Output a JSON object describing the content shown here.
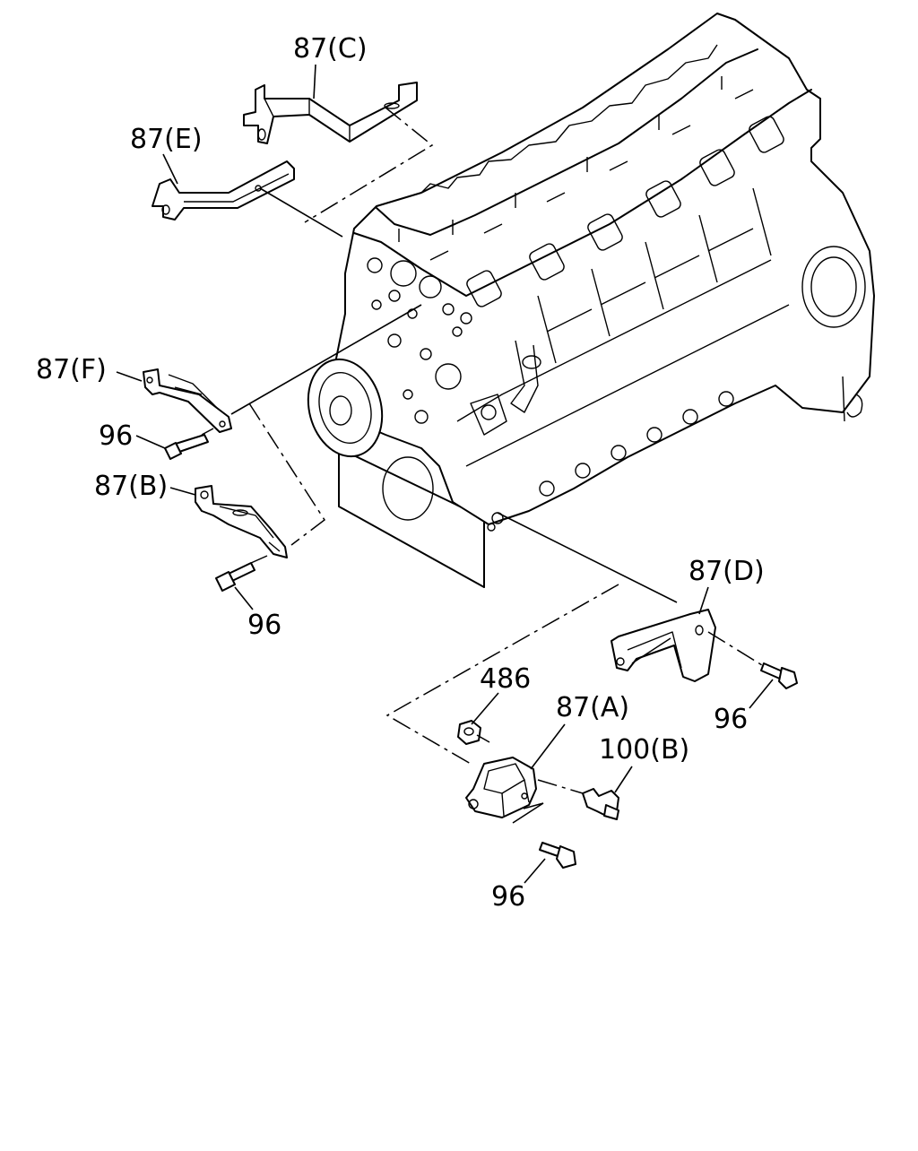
{
  "diagram": {
    "callouts": [
      {
        "id": "87c",
        "text": "87(C)"
      },
      {
        "id": "87e",
        "text": "87(E)"
      },
      {
        "id": "87f",
        "text": "87(F)"
      },
      {
        "id": "96a",
        "text": "96"
      },
      {
        "id": "87b",
        "text": "87(B)"
      },
      {
        "id": "96b",
        "text": "96"
      },
      {
        "id": "87d",
        "text": "87(D)"
      },
      {
        "id": "96c",
        "text": "96"
      },
      {
        "id": "486",
        "text": "486"
      },
      {
        "id": "87a",
        "text": "87(A)"
      },
      {
        "id": "100b",
        "text": "100(B)"
      },
      {
        "id": "96d",
        "text": "96"
      }
    ]
  }
}
